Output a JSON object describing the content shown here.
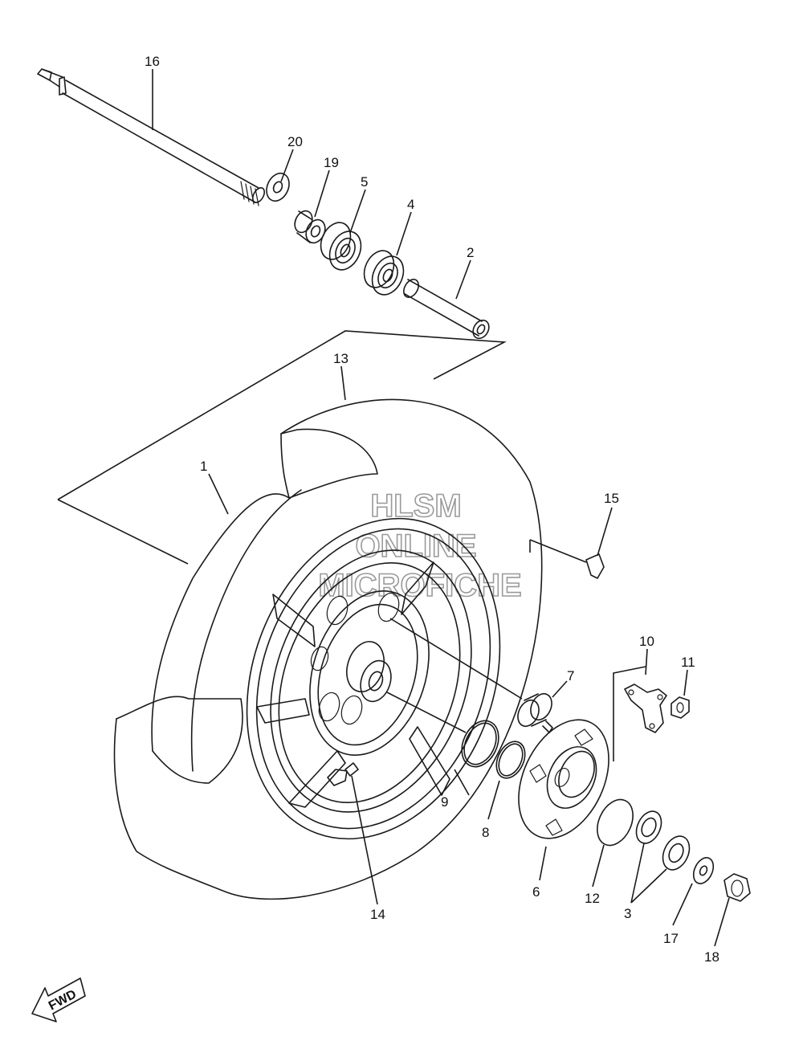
{
  "watermark": {
    "line1": "HLSM",
    "line2": "ONLINE",
    "line3": "MICROFICHE"
  },
  "fwd_label": "FWD",
  "callouts": [
    "16",
    "20",
    "19",
    "5",
    "4",
    "2",
    "13",
    "1",
    "15",
    "10",
    "11",
    "7",
    "9",
    "8",
    "6",
    "12",
    "3",
    "17",
    "18",
    "14"
  ]
}
